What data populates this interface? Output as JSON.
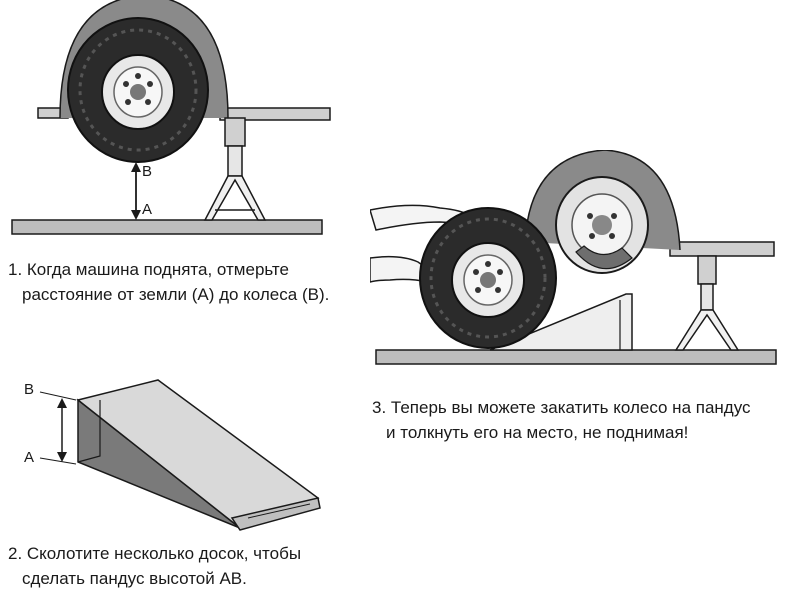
{
  "step1": {
    "label_b": "B",
    "label_a": "A",
    "caption_line1": "1. Когда машина поднята, отмерьте",
    "caption_line2": "расстояние от земли (А) до колеса (В)."
  },
  "step2": {
    "label_b": "B",
    "label_a": "A",
    "caption_line1": "2. Сколотите несколько досок, чтобы",
    "caption_line2": "сделать пандус высотой АВ."
  },
  "step3": {
    "caption_line1": "3. Теперь вы можете закатить колесо на пандус",
    "caption_line2": "и толкнуть его на место, не поднимая!"
  },
  "colors": {
    "ink": "#1a1a1a",
    "ground": "#bdbdbd",
    "tire": "#2b2b2b",
    "rim": "#e8e8e8",
    "wood": "#d9d9d9"
  }
}
